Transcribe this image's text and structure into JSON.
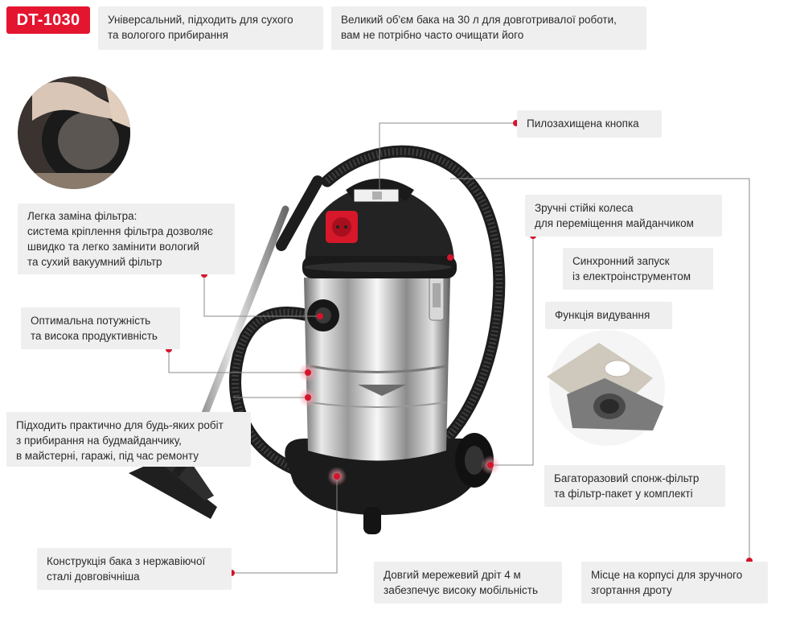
{
  "badge": "DT-1030",
  "top": {
    "universal": [
      "Універсальний, підходить для сухого",
      "та вологого прибирання"
    ],
    "tank": [
      "Великий об'єм бака на 30 л для довготривалої роботи,",
      "вам не потрібно часто очищати його"
    ]
  },
  "features": {
    "dust_button": [
      "Пилозахищена кнопка"
    ],
    "wheels": [
      "Зручні стійкі колеса",
      "для переміщення майданчиком"
    ],
    "sync": [
      "Синхронний запуск",
      "із електроінструментом"
    ],
    "blow": [
      "Функція видування"
    ],
    "filter_change": [
      "Легка заміна фільтра:",
      "система кріплення фільтра дозволяє",
      "швидко та легко замінити вологий",
      "та сухий вакуумний фільтр"
    ],
    "power": [
      "Оптимальна потужність",
      "та висока продуктивність"
    ],
    "sites": [
      "Підходить практично для будь-яких робіт",
      "з прибирання на будмайданчику,",
      "в майстерні, гаражі, під час ремонту"
    ],
    "filters": [
      "Багаторазовий спонж-фільтр",
      "та фільтр-пакет у комплекті"
    ],
    "steel": [
      "Конструкція бака з нержавіючої",
      "сталі довговічніша"
    ],
    "cable": [
      "Довгий мережевий дріт 4 м",
      "забезпечує високу мобільність"
    ],
    "storage": [
      "Місце на корпусі для зручного",
      "згортання дроту"
    ]
  },
  "colors": {
    "accent": "#d5142c",
    "badge": "#e4152f",
    "box": "#efefef"
  }
}
